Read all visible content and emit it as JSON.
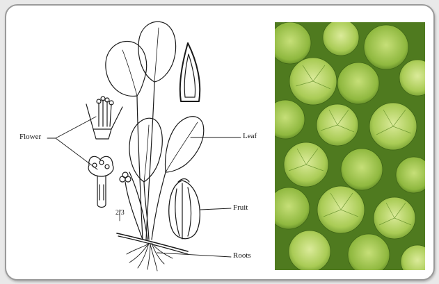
{
  "figure": {
    "labels": {
      "flower": "Flower",
      "leaf": "Leaf",
      "fruit": "Fruit",
      "roots": "Roots",
      "scale": "2/3"
    },
    "colors": {
      "ink": "#1a1a1a",
      "leaf_light": "#c9e07a",
      "leaf_mid": "#9cc24a",
      "leaf_dark": "#4f7a1f",
      "frame": "#9a9a9a"
    }
  }
}
